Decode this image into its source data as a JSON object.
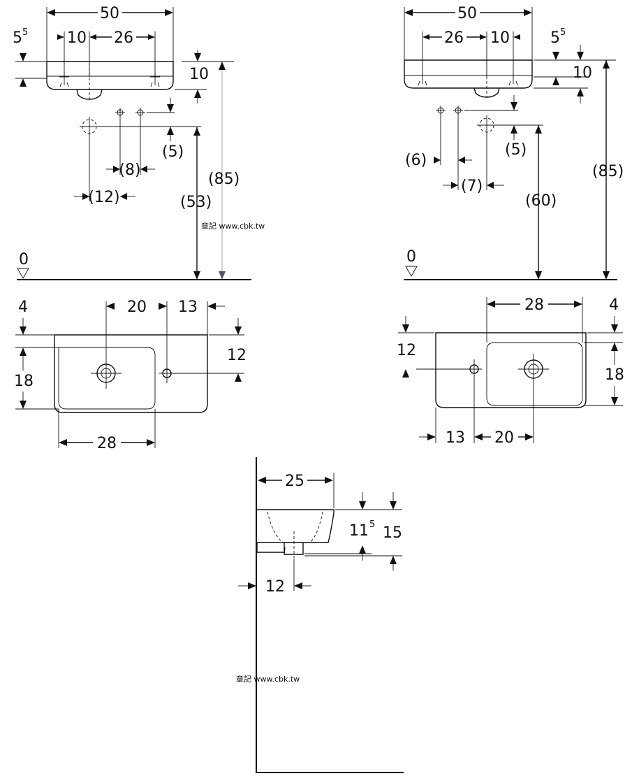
{
  "front_left": {
    "dims": {
      "width_50": "50",
      "tap_offset_10": "10",
      "tap_span_26": "26",
      "rim_5": "5",
      "rim_5_sup": "5",
      "height_10": "10",
      "sup_5": "(5)",
      "sup_8": "(8)",
      "sup_12": "(12)",
      "height_53": "(53)",
      "height_85": "(85)",
      "floor_0": "0"
    },
    "watermark": "章記 www.cbk.tw"
  },
  "front_right": {
    "dims": {
      "width_50": "50",
      "tap_span_26": "26",
      "tap_offset_10": "10",
      "rim_5": "5",
      "rim_5_sup": "5",
      "height_10": "10",
      "sup_6": "(6)",
      "sup_5": "(5)",
      "sup_7": "(7)",
      "height_60": "(60)",
      "height_85": "(85)",
      "floor_0": "0"
    }
  },
  "plan_left": {
    "dims": {
      "d4": "4",
      "d20": "20",
      "d13": "13",
      "d12": "12",
      "d18": "18",
      "d28": "28"
    }
  },
  "plan_right": {
    "dims": {
      "d28": "28",
      "d4": "4",
      "d12": "12",
      "d18": "18",
      "d13": "13",
      "d20": "20"
    }
  },
  "side": {
    "dims": {
      "d25": "25",
      "d11": "11",
      "d11_sup": "5",
      "d15": "15",
      "d12": "12"
    },
    "watermark": "章記 www.cbk.tw"
  }
}
